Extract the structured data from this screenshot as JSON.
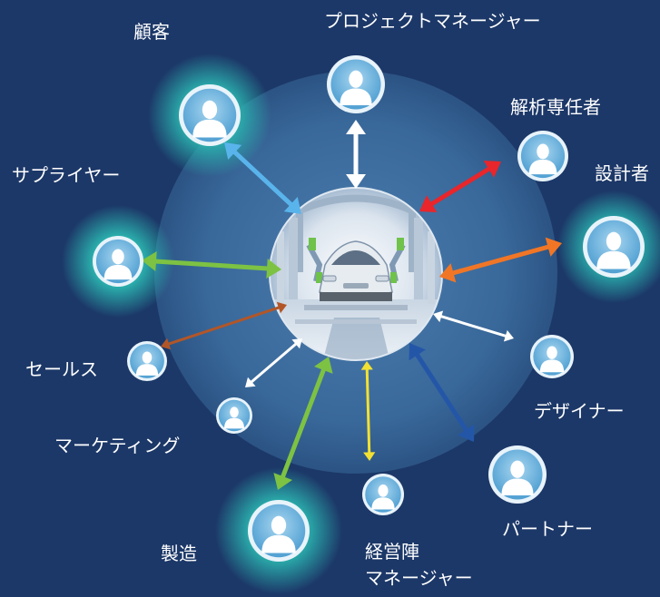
{
  "roles": [
    {
      "id": "customer",
      "label": "顧客",
      "arrow_color": "#5ab4ec"
    },
    {
      "id": "project-manager",
      "label": "プロジェクトマネージャー",
      "arrow_color": "#ffffff"
    },
    {
      "id": "analyst",
      "label": "解析専任者",
      "arrow_color": "#e8262b"
    },
    {
      "id": "supplier",
      "label": "サプライヤー",
      "arrow_color": "#7dc243"
    },
    {
      "id": "design-engineer",
      "label": "設計者",
      "arrow_color": "#f07626"
    },
    {
      "id": "sales",
      "label": "セールス",
      "arrow_color": "#b25628"
    },
    {
      "id": "marketing",
      "label": "マーケティング",
      "arrow_color": "#ffffff"
    },
    {
      "id": "designer",
      "label": "デザイナー",
      "arrow_color": "#ffffff"
    },
    {
      "id": "manufacturing",
      "label": "製造",
      "arrow_color": "#7dc243"
    },
    {
      "id": "executive",
      "label": "経営陣",
      "label_line2": "マネージャー",
      "arrow_color": "#f2e132"
    },
    {
      "id": "partner",
      "label": "パートナー",
      "arrow_color": "#2456a8"
    }
  ],
  "colors": {
    "background": "#1c3868",
    "outer_disc": "#3d6fa0",
    "halo": "#2bb5b0",
    "avatar_fill": "#6fb4dc",
    "avatar_ring": "#e8f3fa",
    "figure": "#ffffff"
  },
  "icons": {
    "person": "person-icon",
    "hub": "car-factory-icon"
  }
}
